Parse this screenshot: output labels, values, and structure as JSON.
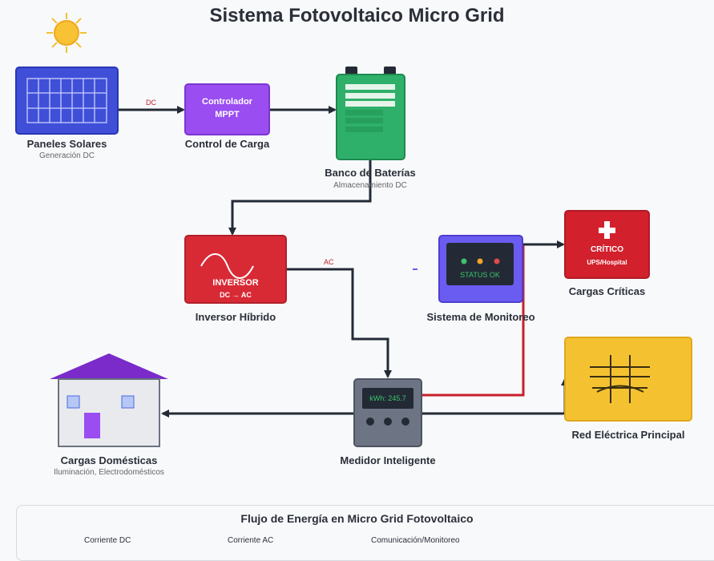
{
  "title": "Sistema Fotovoltaico Micro Grid",
  "nodes": {
    "solar": {
      "label": "Paneles Solares",
      "sub": "Generación DC"
    },
    "controller": {
      "label": "Control de Carga",
      "inner1": "Controlador",
      "inner2": "MPPT"
    },
    "battery": {
      "label": "Banco de Baterías",
      "sub": "Almacenamiento DC"
    },
    "inverter": {
      "label": "Inversor Híbrido",
      "inner1": "INVERSOR",
      "inner2": "DC → AC"
    },
    "monitor": {
      "label": "Sistema de Monitoreo",
      "screen": "STATUS OK"
    },
    "critical": {
      "label": "Cargas Críticas",
      "inner1": "CRÍTICO",
      "inner2": "UPS/Hospital"
    },
    "meter": {
      "label": "Medidor Inteligente",
      "screen": "kWh: 245.7"
    },
    "grid": {
      "label": "Red Eléctrica Principal"
    },
    "home": {
      "label": "Cargas Domésticas",
      "sub": "Iluminación, Electrodomésticos"
    }
  },
  "edge_labels": {
    "dc": "DC",
    "ac": "AC"
  },
  "legend": {
    "title": "Flujo de Energía en Micro Grid Fotovoltaico",
    "items": [
      {
        "label": "Corriente DC",
        "color": "#232a35"
      },
      {
        "label": "Corriente AC",
        "color": "#c8202b"
      },
      {
        "label": "Comunicación/Monitoreo",
        "color": "#6a5cf0"
      }
    ]
  },
  "colors": {
    "solar": "#3f4fd8",
    "controller": "#9a4df0",
    "battery": "#2fb06a",
    "inverter": "#d82a35",
    "monitor": "#6a5cf0",
    "critical": "#d2202c",
    "meter": "#6d7484",
    "grid": "#f4c231",
    "house_roof": "#7a2bc9",
    "dc_line": "#232a35",
    "ac_line": "#c8202b"
  }
}
